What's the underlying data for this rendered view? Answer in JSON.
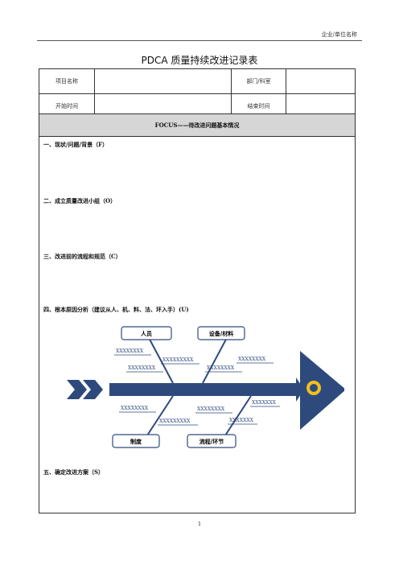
{
  "header": {
    "org": "企业/单位名称"
  },
  "title": "PDCA 质量持续改进记录表",
  "info_table": {
    "project_label": "项目名称",
    "dept_label": "部门/科室",
    "start_label": "开始时间",
    "end_label": "结束时间"
  },
  "focus_title": "FOCUS——待改进问题基本情况",
  "sections": [
    "一、现状/问题/背景（F）",
    "二、成立质量改进小组（O）",
    "三、改进前的流程和规范（C）",
    "四、根本原因分析（建议从人、机、料、法、环入手）(U)",
    "五、确定改进方案（S）"
  ],
  "fishbone": {
    "box_people": "人员",
    "box_equipment": "设备/材料",
    "box_system": "制度",
    "box_process": "流程/环节",
    "placeholders": [
      "XXXXXXXX",
      "XXXXXXXXX",
      "XXXXXXXX",
      "XXXXXXXX",
      "XXXXXXXX",
      "XXXXXXXX",
      "XXXXXXXX",
      "XXXXXXXXX",
      "XXXXXXX",
      "XXXXXXX"
    ],
    "colors": {
      "navy": "#2e4a7d",
      "yellow": "#f2c01e",
      "box_border": "#2e4a7d"
    }
  },
  "page_number": "1"
}
